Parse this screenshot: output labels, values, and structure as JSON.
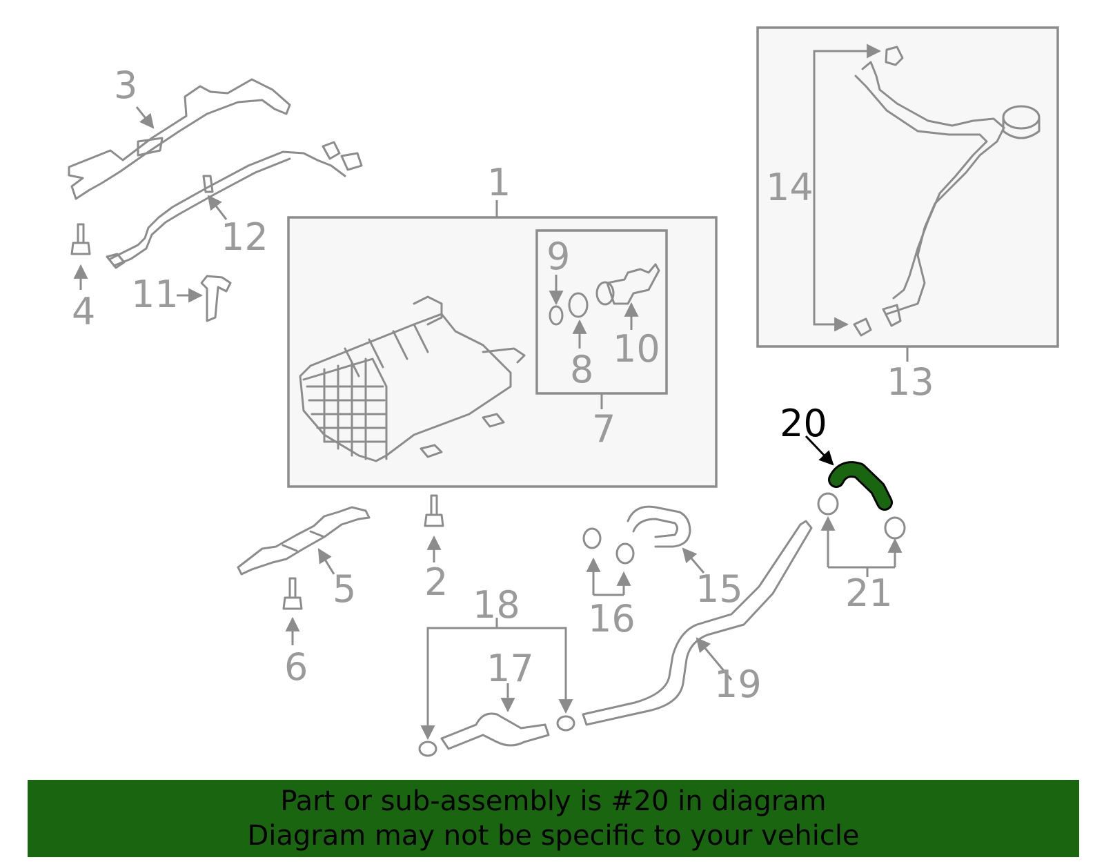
{
  "diagram": {
    "callouts": [
      "1",
      "2",
      "3",
      "4",
      "5",
      "6",
      "7",
      "8",
      "9",
      "10",
      "11",
      "12",
      "13",
      "14",
      "15",
      "16",
      "17",
      "18",
      "19",
      "20",
      "21"
    ],
    "highlighted_callout": "20",
    "colors": {
      "line_art": "#8c8c8c",
      "highlight_part": "#1a6610",
      "highlight_label": "#000000",
      "banner_background": "#1a6610"
    }
  },
  "banner": {
    "line1": "Part or sub-assembly is #20 in diagram",
    "line2": "Diagram may not be specific to your vehicle"
  }
}
